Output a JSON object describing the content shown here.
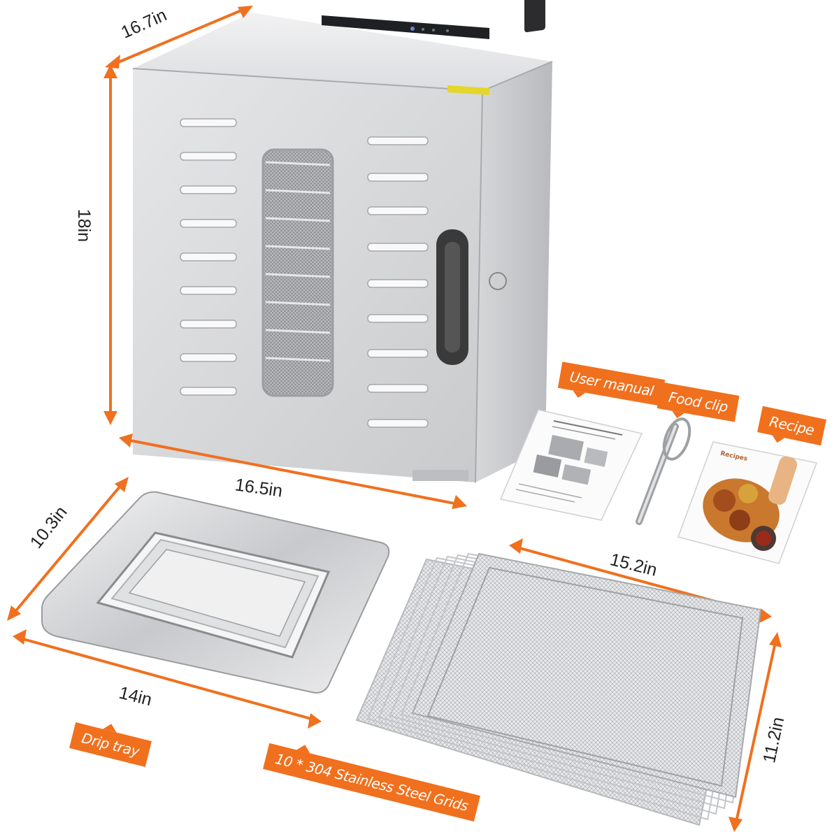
{
  "dimensions": {
    "depth": "16.7in",
    "height": "18in",
    "width": "16.5in",
    "tray_depth": "10.3in",
    "tray_width": "14in",
    "grid_width": "15.2in",
    "grid_depth": "11.2in"
  },
  "labels": {
    "user_manual": "User manual",
    "food_clip": "Food clip",
    "recipe": "Recipe",
    "drip_tray": "Drip tray",
    "grids": "10 * 304 Stainless Steel Grids"
  },
  "booklet": {
    "recipes_title": "Recipes"
  },
  "colors": {
    "accent": "#f0701e",
    "steel": "#cfd0d2",
    "door_dark": "#3a3a3a"
  }
}
